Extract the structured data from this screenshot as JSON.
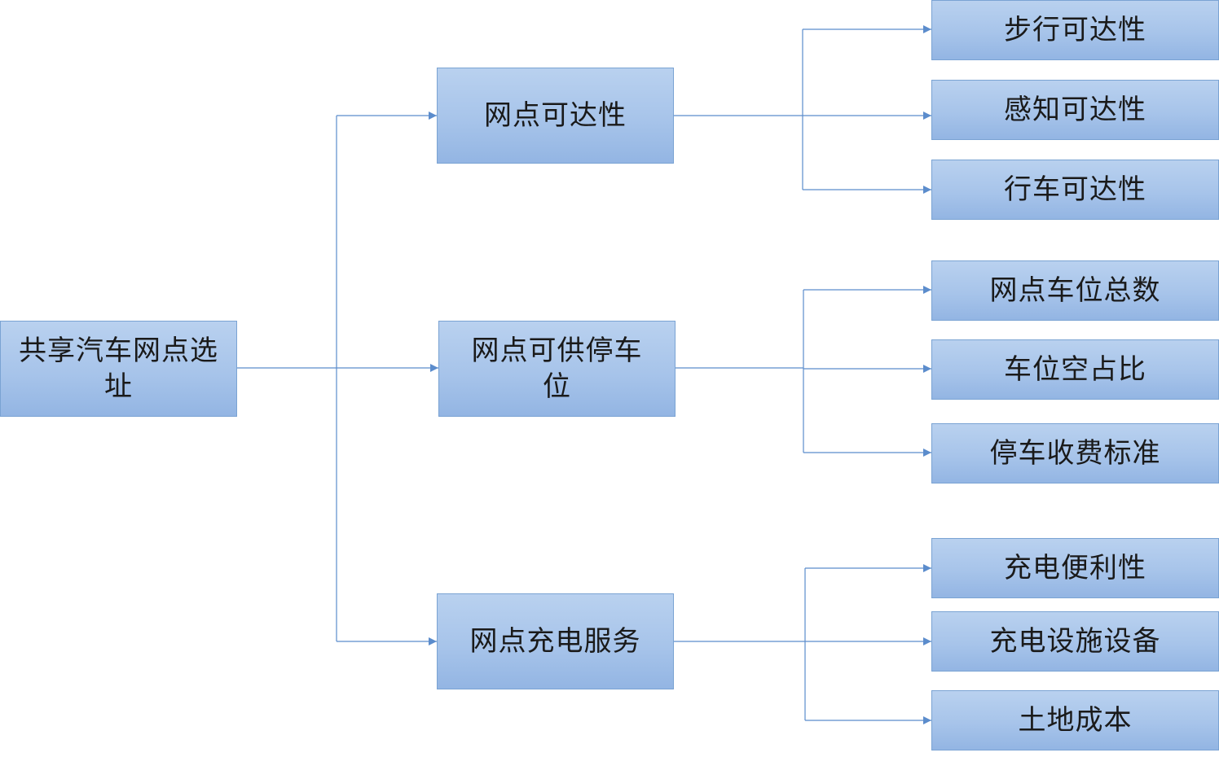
{
  "diagram": {
    "root": {
      "label": "共享汽车网点选址"
    },
    "branches": [
      {
        "label": "网点可达性",
        "leaves": [
          "步行可达性",
          "感知可达性",
          "行车可达性"
        ]
      },
      {
        "label": "网点可供停车位",
        "leaves": [
          "网点车位总数",
          "车位空占比",
          "停车收费标准"
        ]
      },
      {
        "label": "网点充电服务",
        "leaves": [
          "充电便利性",
          "充电设施设备",
          "土地成本"
        ]
      }
    ]
  },
  "colors": {
    "line": "#5b8ccc",
    "box_border": "#7aa3d3",
    "box_fill_top": "#b9d1ef",
    "box_fill_bottom": "#93b5e3",
    "text": "#1a1a1a"
  }
}
